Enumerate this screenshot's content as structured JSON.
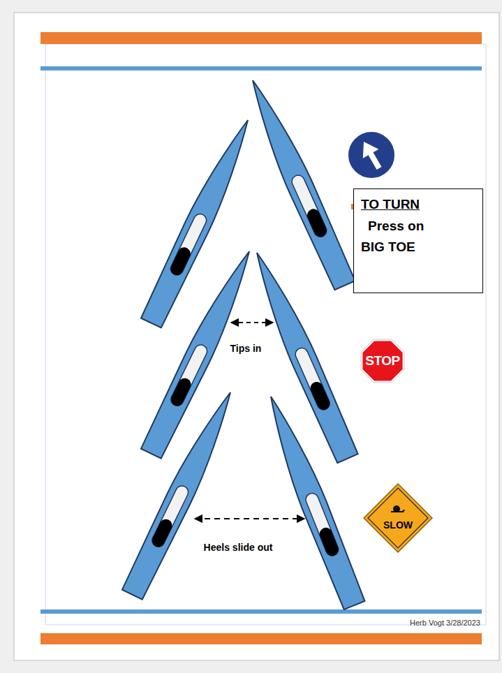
{
  "diagram": {
    "nodes": [
      {
        "text": [
          "TO TURN",
          "Press on BIG TOE"
        ]
      },
      {
        "text": [
          "STOP"
        ]
      },
      {
        "text": [
          "SLOW"
        ]
      }
    ],
    "labels": [
      "Tips in",
      "Heels slide out",
      "Herb Vogt 3/28/2023"
    ]
  }
}
